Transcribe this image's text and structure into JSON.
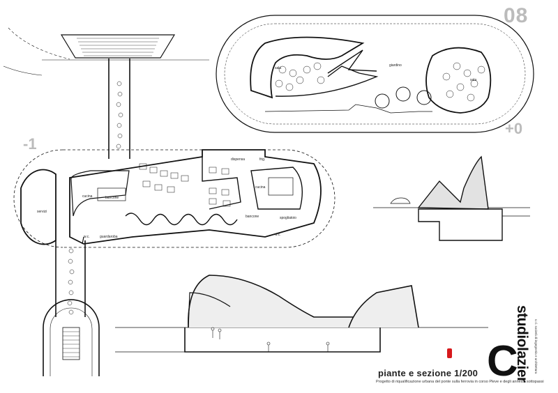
{
  "sheet": {
    "number": "08",
    "title": "piante e sezione 1/200",
    "subtitle": "Progetto di riqualificazione urbana del ponte sulla ferrovia in corso Pleve e degli annessi sottopassi",
    "studio_name": "studiolazier",
    "studio_tagline": "s.r.l. società di ingegneria e architettura"
  },
  "levels": {
    "upper": "+0",
    "lower": "-1"
  },
  "rooms_plus0": {
    "sala_left": "sala",
    "giardino": "giardino",
    "sala_right": "sala"
  },
  "rooms_minus1": {
    "servizi": "servizi",
    "cucina_left": "cucina",
    "bancone_left": "bancone",
    "guardaroba": "guardaroba",
    "wc": "w.c.",
    "dispensa": "dispensa",
    "frigo": "frig.",
    "cucina_right": "cucina",
    "bancone_right": "bancone",
    "spogliatoio": "spogliatoio",
    "wc2": "w.c."
  },
  "colors": {
    "ink": "#111111",
    "grey_shade": "#bbbbbb",
    "logo_red": "#d7191c"
  }
}
